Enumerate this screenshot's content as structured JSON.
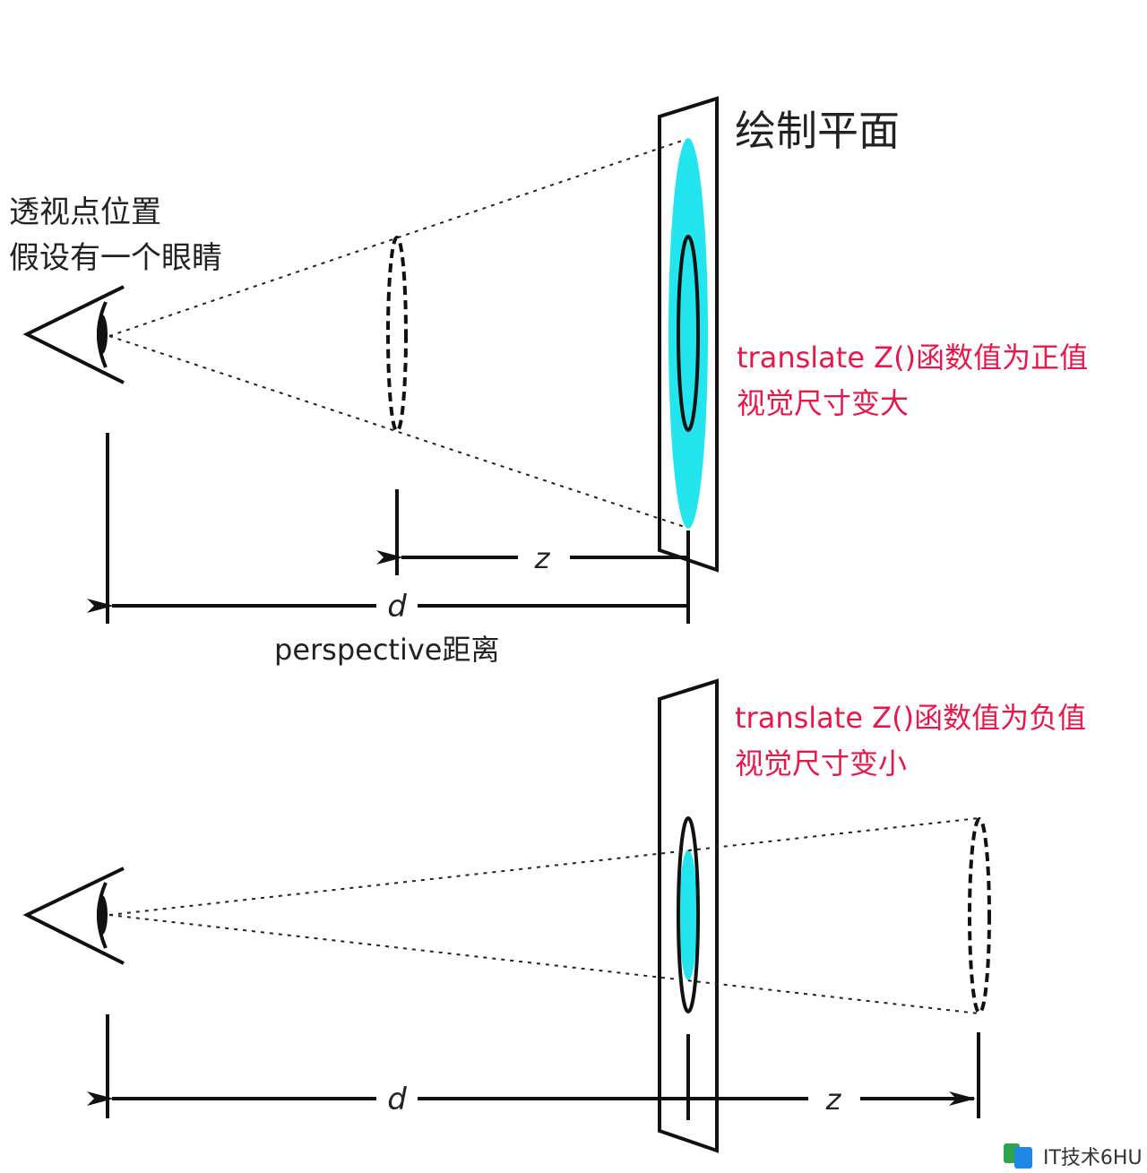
{
  "top": {
    "plane_title": "绘制平面",
    "viewpoint_line1": "透视点位置",
    "viewpoint_line2": "假设有一个眼睛",
    "translate_line1": "translate Z()函数值为正值",
    "translate_line2": "视觉尺寸变大",
    "z_label": "z",
    "d_label": "d",
    "perspective_label": "perspective距离"
  },
  "bottom": {
    "translate_line1": "translate Z()函数值为负值",
    "translate_line2": "视觉尺寸变小",
    "z_label": "z",
    "d_label": "d"
  },
  "watermark": {
    "text": "IT技术6HU"
  },
  "colors": {
    "projection_fill": "#22e5ee",
    "annotation_red": "#e8174a",
    "ink": "#111111"
  }
}
